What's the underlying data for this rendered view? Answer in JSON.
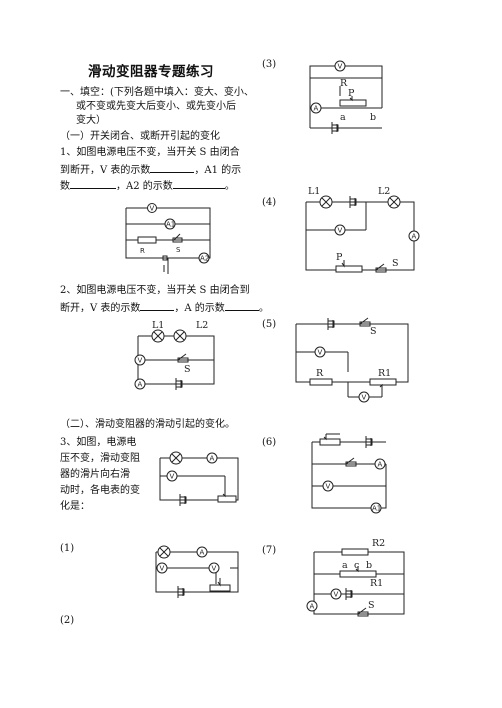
{
  "title": "滑动变阻器专题练习",
  "fill_in": {
    "line1": "一、填空：(下列各题中填入：变大、变小、",
    "line2": "或不变或先变大后变小、或先变小后",
    "line3": "变大）"
  },
  "section1": "（一）开关闭合、或断开引起的变化",
  "q1": {
    "line1": "1、如图电源电压不变，当开关 S 由闭合",
    "line2a": "到断开，V 表的示数",
    "line2b": "，A1 的示",
    "line3a": "数",
    "line3b": "，A2 的示数",
    "line3c": "。"
  },
  "q2": {
    "line1": "2、如图电源电压不变，当开关 S 由闭合到",
    "line2a": "断开，V 表的示数",
    "line2b": "，A 的示数",
    "line2c": "。"
  },
  "section2": "（二）、滑动变阻器的滑动引起的变化。",
  "q3": {
    "lines": [
      "3、如图，电源电",
      "压不变，滑动变阻",
      "器的滑片向右滑",
      "动时，各电表的变",
      "化是："
    ]
  },
  "sub_labels": {
    "s1": "(1)",
    "s2": "(2)",
    "s3": "(3)",
    "s4": "(4)",
    "s5": "(5)",
    "s6": "(6)",
    "s7": "(7)"
  },
  "circuit_labels": {
    "V": "V",
    "A": "A",
    "A1": "A1",
    "A2": "A2",
    "R": "R",
    "S": "S",
    "P": "P",
    "L1": "L1",
    "L2": "L2",
    "R1": "R1",
    "R2": "R2",
    "a": "a",
    "b": "b",
    "c": "c"
  }
}
